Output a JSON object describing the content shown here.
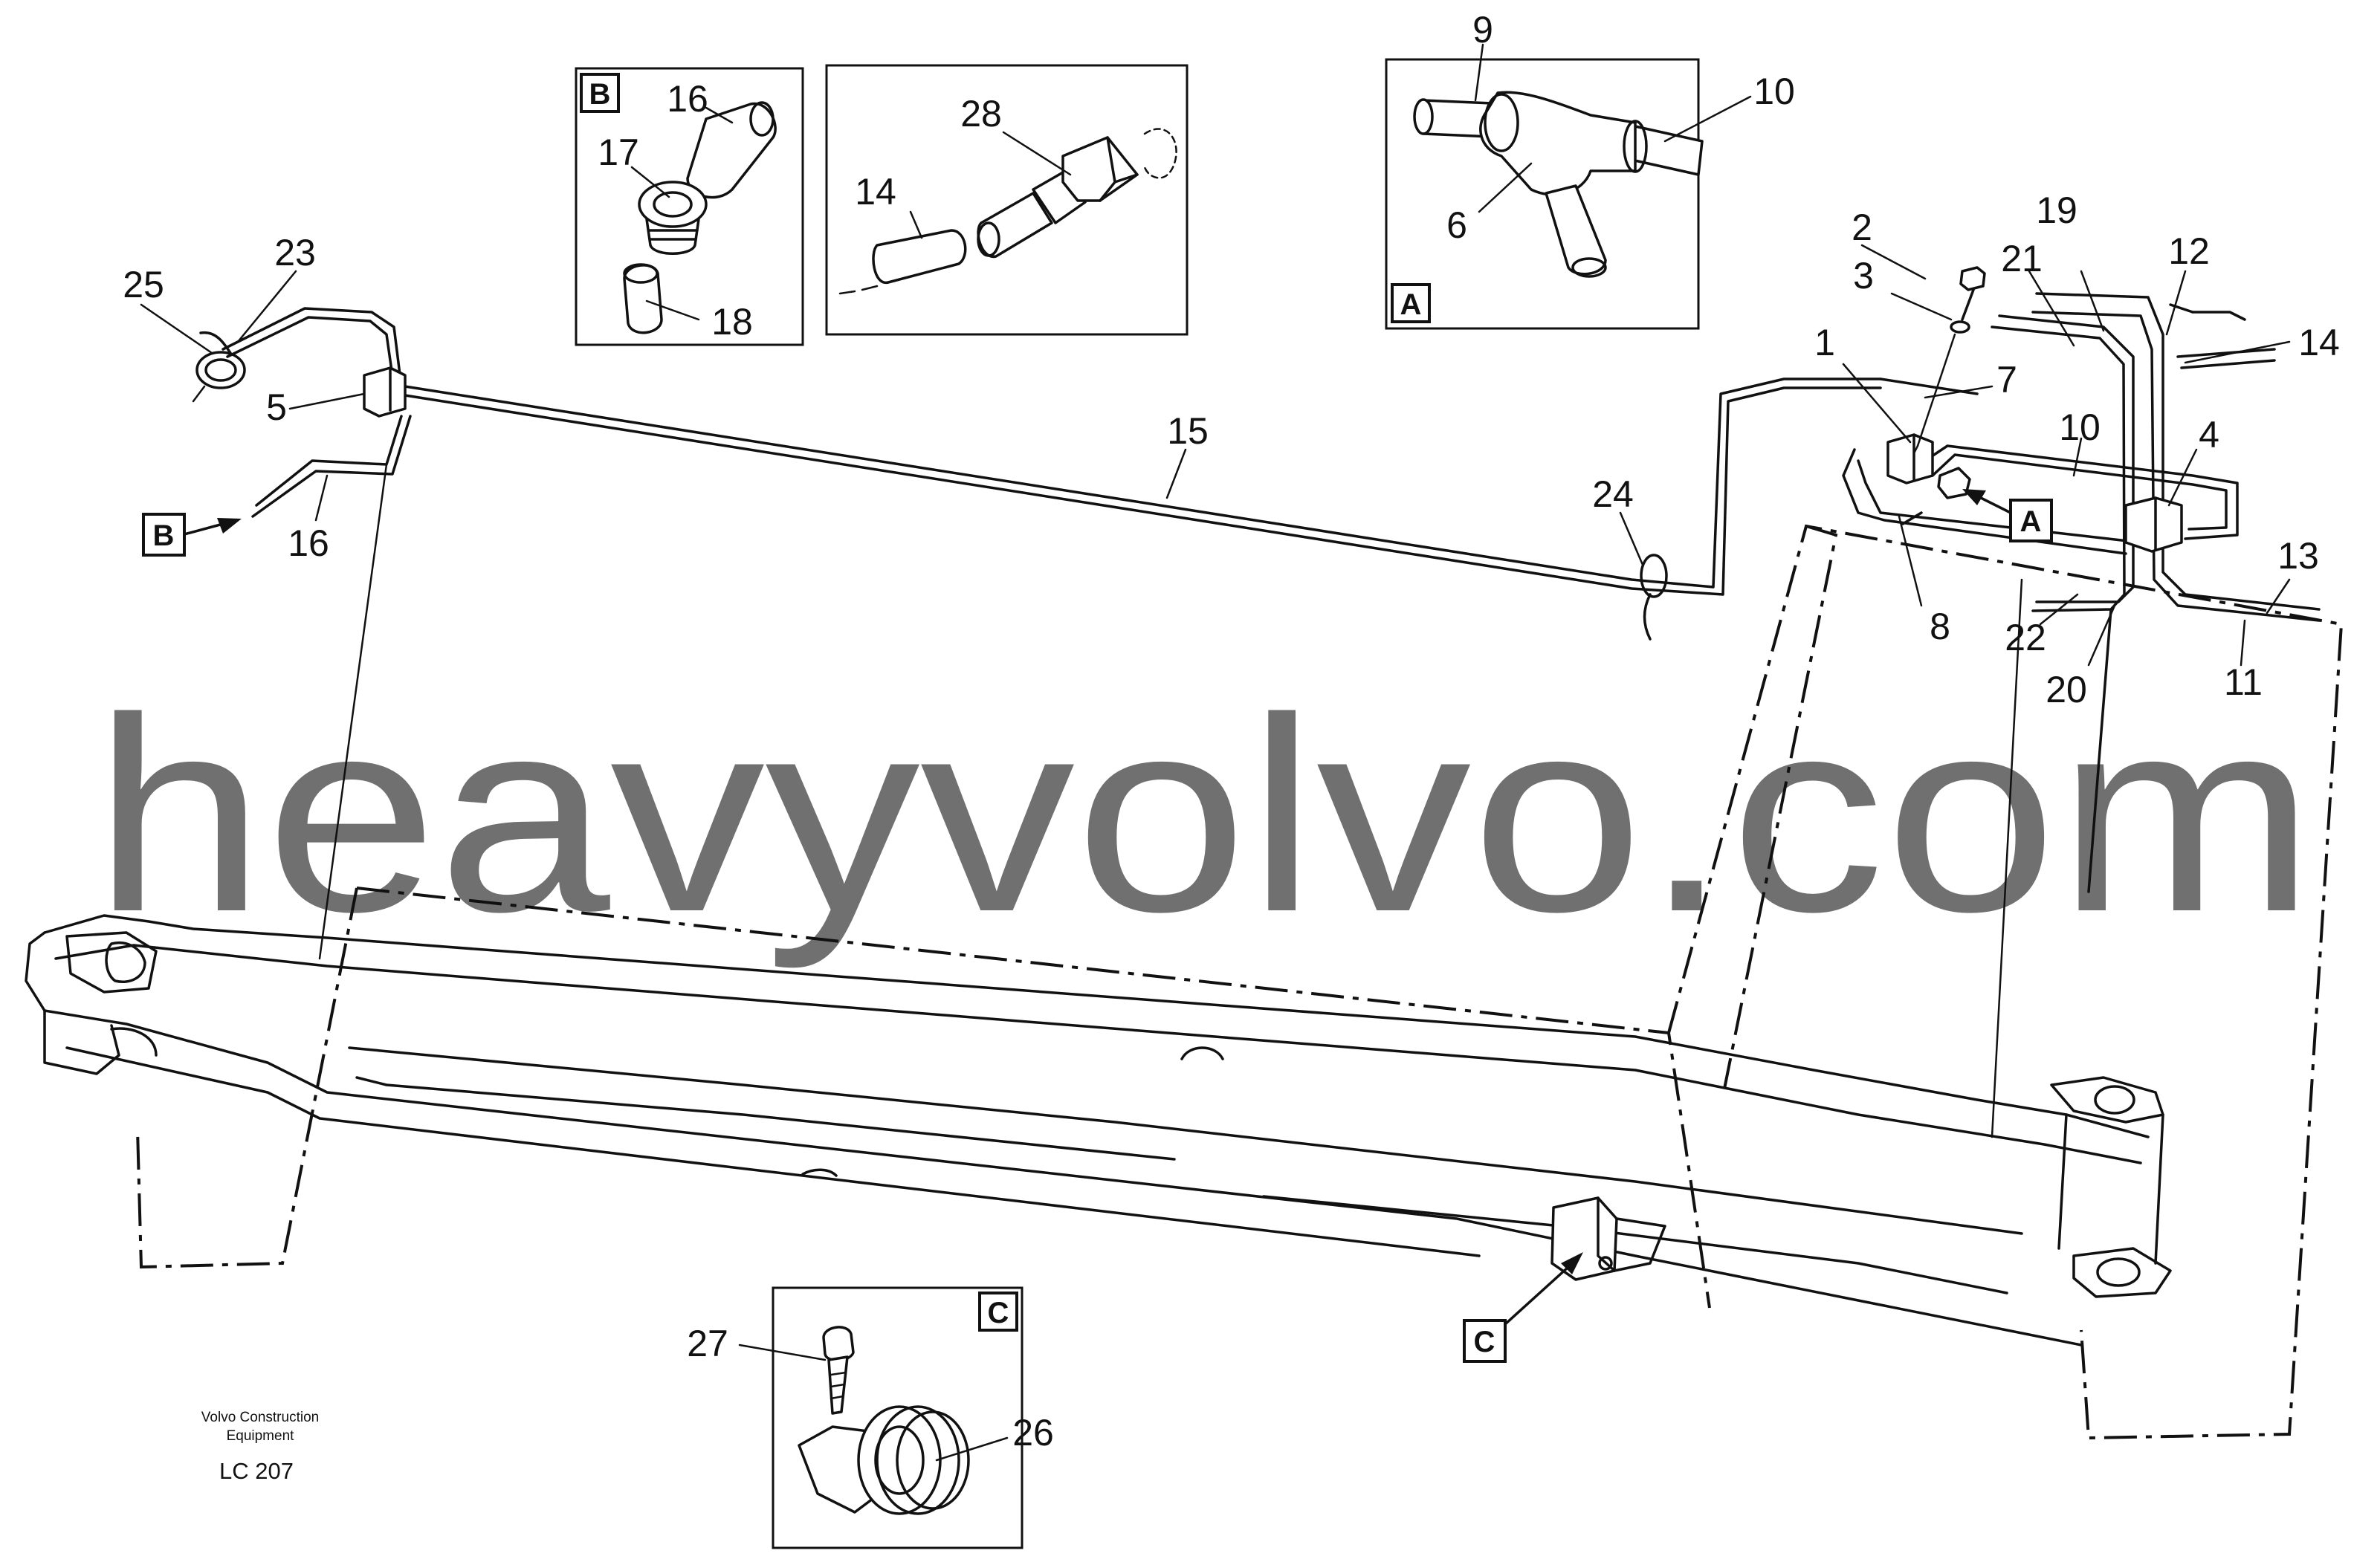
{
  "labels": {
    "n1": "1",
    "n2": "2",
    "n3": "3",
    "n4": "4",
    "n5": "5",
    "n6": "6",
    "n7": "7",
    "n8": "8",
    "n9": "9",
    "n10_detail": "10",
    "n10": "10",
    "n11": "11",
    "n12": "12",
    "n13": "13",
    "n14_detail": "14",
    "n14": "14",
    "n15": "15",
    "n16_detail": "16",
    "n16": "16",
    "n17": "17",
    "n18": "18",
    "n19": "19",
    "n20": "20",
    "n21": "21",
    "n22": "22",
    "n23": "23",
    "n24": "24",
    "n25": "25",
    "n26": "26",
    "n27": "27",
    "n28": "28"
  },
  "detail_tags": {
    "a_box": "A",
    "a_pointer": "A",
    "b_box": "B",
    "b_pointer": "B",
    "c_box": "C",
    "c_pointer": "C"
  },
  "footer": {
    "company_line1": "Volvo Construction",
    "company_line2": "Equipment",
    "drawing_code": "LC 207"
  },
  "watermark": "heavyvolvo.com"
}
